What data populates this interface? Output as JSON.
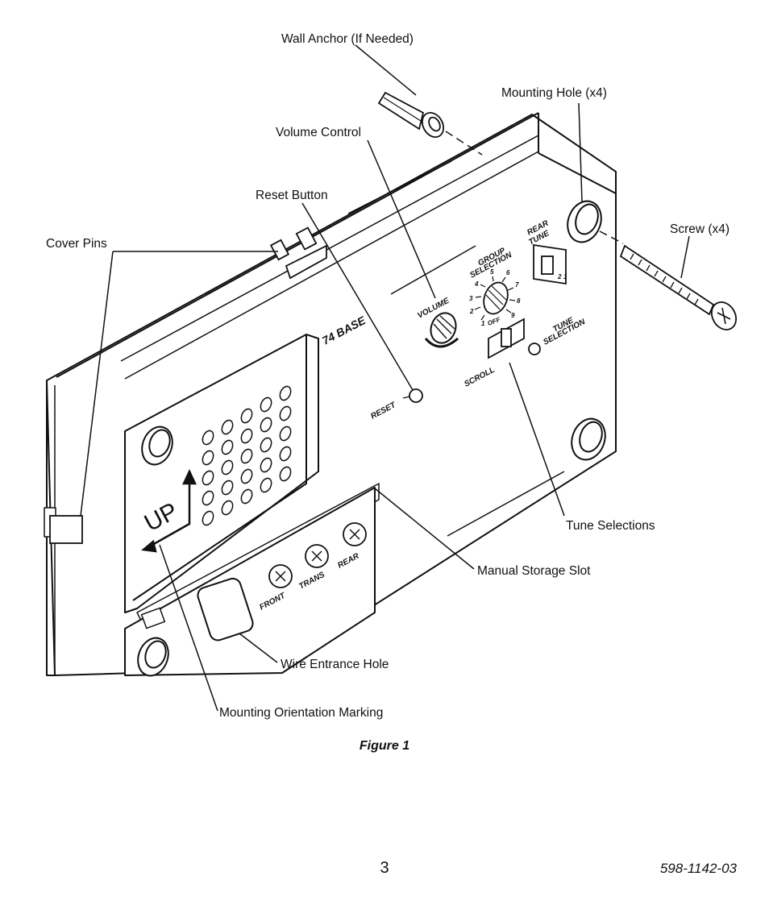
{
  "figure": {
    "caption": "Figure 1",
    "callouts": {
      "wall_anchor": "Wall Anchor (If Needed)",
      "mounting_hole": "Mounting Hole (x4)",
      "volume_control": "Volume Control",
      "reset_button": "Reset Button",
      "cover_pins": "Cover Pins",
      "screw": "Screw (x4)",
      "tune_selections": "Tune Selections",
      "manual_storage_slot": "Manual Storage Slot",
      "wire_entrance_hole": "Wire Entrance Hole",
      "mounting_orientation_marking": "Mounting Orientation Marking"
    },
    "panel_labels": {
      "model": "74 BASE",
      "volume": "VOLUME",
      "reset": "RESET",
      "group_selection_line1": "GROUP",
      "group_selection_line2": "SELECTION",
      "rear_tune_line1": "REAR",
      "rear_tune_line2": "TUNE",
      "tune_selection_line1": "TUNE",
      "tune_selection_line2": "SELECTION",
      "scroll": "SCROLL",
      "off": "OFF",
      "up": "UP",
      "front": "FRONT",
      "trans": "TRANS",
      "rear": "REAR",
      "switch_pos_2": "2",
      "switch_pos_1": "1",
      "dial_numbers": [
        "1",
        "2",
        "3",
        "4",
        "5",
        "6",
        "7",
        "8",
        "9"
      ]
    }
  },
  "footer": {
    "page_number": "3",
    "document_number": "598-1142-03"
  }
}
